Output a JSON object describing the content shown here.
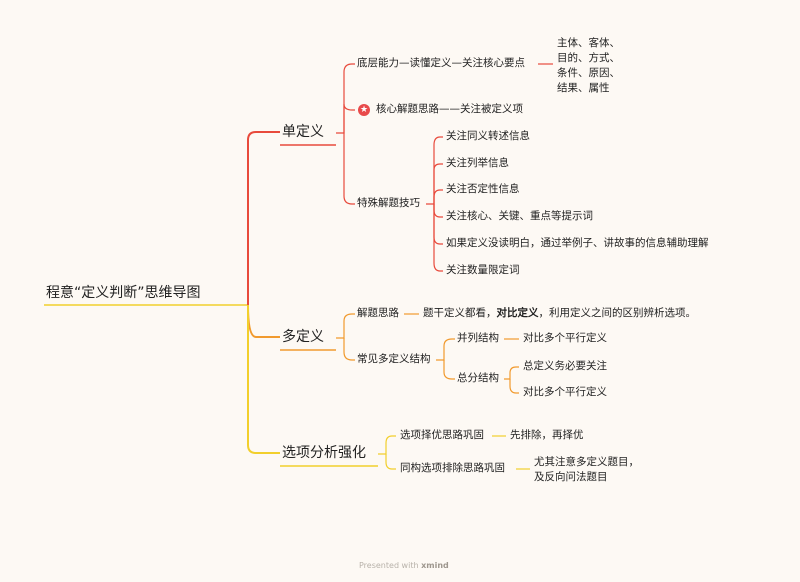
{
  "title": "程意“定义判断”思维导图",
  "colors": {
    "red": "#e84a3c",
    "orange": "#f19a2e",
    "yellow": "#f2cf2c",
    "star": "#e84a4a"
  },
  "branches": {
    "single": {
      "label": "单定义",
      "bottom_ability": "底层能力—读懂定义—关注核心要点",
      "bottom_ability_detail": [
        "主体、客体、",
        "目的、方式、",
        "条件、原因、",
        "结果、属性"
      ],
      "core_method": "核心解题思路——关注被定义项",
      "special": "特殊解题技巧",
      "special_items": [
        "关注同义转述信息",
        "关注列举信息",
        "关注否定性信息",
        "关注核心、关键、重点等提示词",
        "如果定义没读明白，通过举例子、讲故事的信息辅助理解",
        "关注数量限定词"
      ]
    },
    "multi": {
      "label": "多定义",
      "approach": "解题思路",
      "approach_detail_pre": "题干定义都看，",
      "approach_detail_bold": "对比定义",
      "approach_detail_post": "，利用定义之间的区别辨析选项。",
      "structures": "常见多定义结构",
      "parallel": "并列结构",
      "parallel_detail": "对比多个平行定义",
      "total_sub": "总分结构",
      "total_sub_items": [
        "总定义务必要关注",
        "对比多个平行定义"
      ]
    },
    "options": {
      "label": "选项分析强化",
      "pick": "选项择优思路巩固",
      "pick_detail": "先排除，再择优",
      "same": "同构选项排除思路巩固",
      "same_detail": [
        "尤其注意多定义题目，",
        "及反向问法题目"
      ]
    }
  },
  "footer": {
    "presented": "Presented with",
    "brand": "xmind"
  }
}
